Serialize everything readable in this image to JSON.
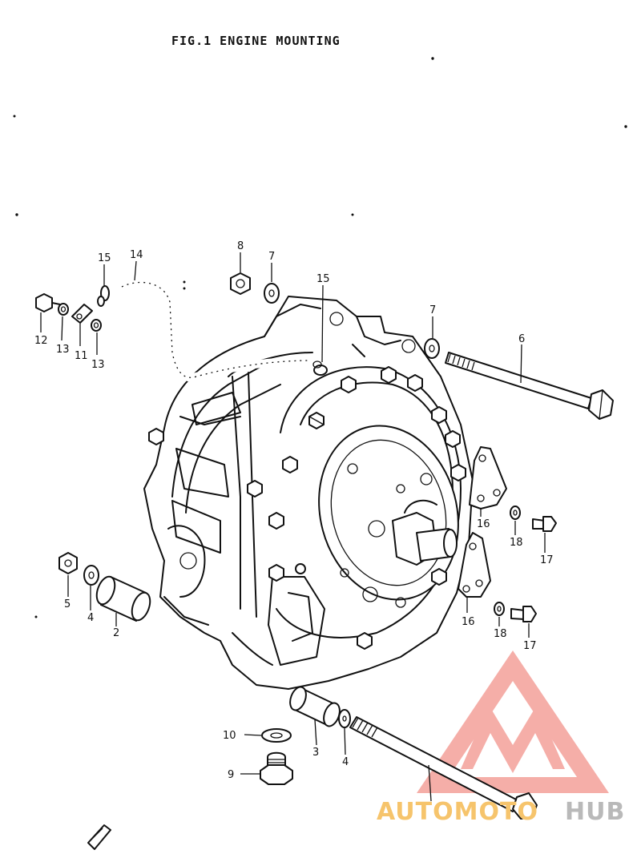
{
  "figure": {
    "title": "FIG.1  ENGINE MOUNTING"
  },
  "callouts": [
    {
      "id": "c15a",
      "text": "15"
    },
    {
      "id": "c14",
      "text": "14"
    },
    {
      "id": "c8",
      "text": "8"
    },
    {
      "id": "c7a",
      "text": "7"
    },
    {
      "id": "c15b",
      "text": "15"
    },
    {
      "id": "c12",
      "text": "12"
    },
    {
      "id": "c13a",
      "text": "13"
    },
    {
      "id": "c11",
      "text": "11"
    },
    {
      "id": "c13b",
      "text": "13"
    },
    {
      "id": "c7b",
      "text": "7"
    },
    {
      "id": "c6",
      "text": "6"
    },
    {
      "id": "c16a",
      "text": "16"
    },
    {
      "id": "c18a",
      "text": "18"
    },
    {
      "id": "c17a",
      "text": "17"
    },
    {
      "id": "c5",
      "text": "5"
    },
    {
      "id": "c4a",
      "text": "4"
    },
    {
      "id": "c2",
      "text": "2"
    },
    {
      "id": "c16b",
      "text": "16"
    },
    {
      "id": "c18b",
      "text": "18"
    },
    {
      "id": "c17b",
      "text": "17"
    },
    {
      "id": "c10",
      "text": "10"
    },
    {
      "id": "c9",
      "text": "9"
    },
    {
      "id": "c3",
      "text": "3"
    },
    {
      "id": "c4b",
      "text": "4"
    }
  ],
  "watermark": {
    "part1": "AUTOMOTO",
    "part2": "HUB",
    "color_primary": "#f4a09a",
    "color_secondary": "#f6c46c",
    "color_dark": "#b9b9b9"
  }
}
